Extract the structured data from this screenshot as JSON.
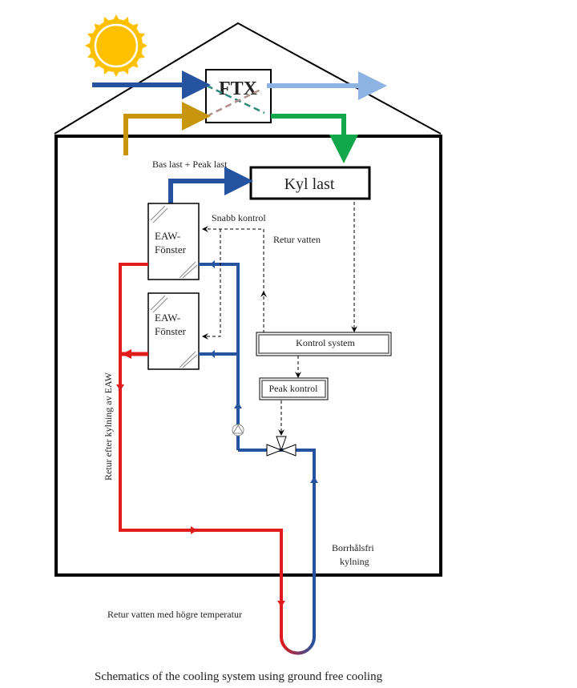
{
  "diagram": {
    "caption": "Schematics of the cooling system using ground free cooling",
    "ftx_label": "FTX",
    "load_label": "Bas last + Peak last",
    "kyl_last": "Kyl last",
    "snabb_kontrol": "Snabb kontrol",
    "retur_vatten": "Retur vatten",
    "window1": [
      "EAW-",
      "Fönster"
    ],
    "window2": [
      "EAW-",
      "Fönster"
    ],
    "kontrol_system": "Kontrol system",
    "peak_kontrol": "Peak kontrol",
    "retur_efter": "Retur efter kylning av EAW",
    "borrhal": [
      "Borrhålsfri",
      "kylning"
    ],
    "retur_hog": "Retur vatten med högre temperatur",
    "colors": {
      "supply_blue": "#2553a0",
      "exhaust_lightblue": "#8db3e2",
      "intake_gold": "#c8960c",
      "supply_green": "#10a84a",
      "return_red": "#e01b1b",
      "sun": "#ffc000"
    }
  }
}
